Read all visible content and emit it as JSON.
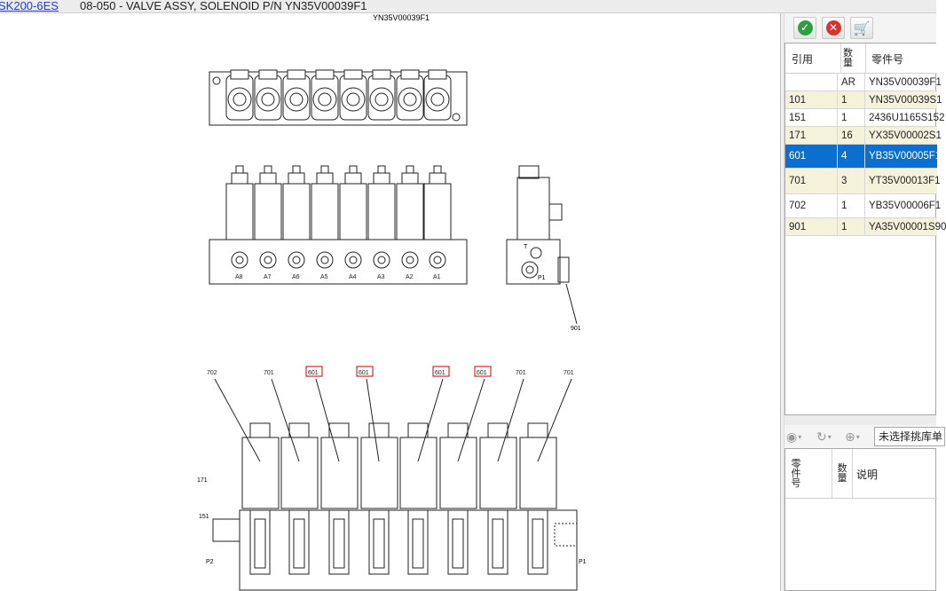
{
  "titlebar": {
    "model_link": "SK200-6ES",
    "page_title": "08-050 - VALVE ASSY, SOLENOID P/N YN35V00039F1"
  },
  "drawing": {
    "part_number_caption": "YN35V00039F1",
    "top_view_port_labels": [
      "A8",
      "A7",
      "A6",
      "A5",
      "A4",
      "A3",
      "A2",
      "A1"
    ],
    "side_view_labels": {
      "t": "T",
      "p1": "P1",
      "ref": "901"
    },
    "callouts_top": [
      "702",
      "701",
      "601",
      "601",
      "601",
      "601",
      "701",
      "701"
    ],
    "callouts_side": [
      "171",
      "151"
    ],
    "section_labels": {
      "p2": "P2",
      "p1": "P1"
    },
    "highlighted_callout": "601",
    "highlight_color": "#cc0000"
  },
  "toolbar_top": {
    "confirm_icon": "check-icon",
    "cancel_icon": "close-icon",
    "cart_icon": "cart-icon",
    "confirm_color": "#2ea043",
    "cancel_color": "#d9342b"
  },
  "parts_table": {
    "columns": {
      "ref": "引用",
      "qty": "数量",
      "part_no": "零件号"
    },
    "rows": [
      {
        "ref": "",
        "qty": "AR",
        "part_no": "YN35V00039F1",
        "style": "plain"
      },
      {
        "ref": "101",
        "qty": "1",
        "part_no": "YN35V00039S1",
        "style": "alt"
      },
      {
        "ref": "151",
        "qty": "1",
        "part_no": "2436U1165S152",
        "style": "plain"
      },
      {
        "ref": "171",
        "qty": "16",
        "part_no": "YX35V00002S1",
        "style": "alt"
      },
      {
        "ref": "601",
        "qty": "4",
        "part_no": "YB35V00005F1",
        "style": "sel"
      },
      {
        "ref": "701",
        "qty": "3",
        "part_no": "YT35V00013F1",
        "style": "alt"
      },
      {
        "ref": "702",
        "qty": "1",
        "part_no": "YB35V00006F1",
        "style": "plain"
      },
      {
        "ref": "901",
        "qty": "1",
        "part_no": "YA35V00001S90",
        "style": "alt"
      }
    ],
    "selected_color": "#0a6fcf",
    "alt_color": "#f5f2dc"
  },
  "toolbar_bottom": {
    "icons": [
      "coins-icon",
      "refresh-icon",
      "add-icon"
    ],
    "combo_text": "未选择挑库单"
  },
  "pick_table": {
    "columns": {
      "part_no": "零件号",
      "qty": "数量",
      "desc": "说明"
    }
  }
}
